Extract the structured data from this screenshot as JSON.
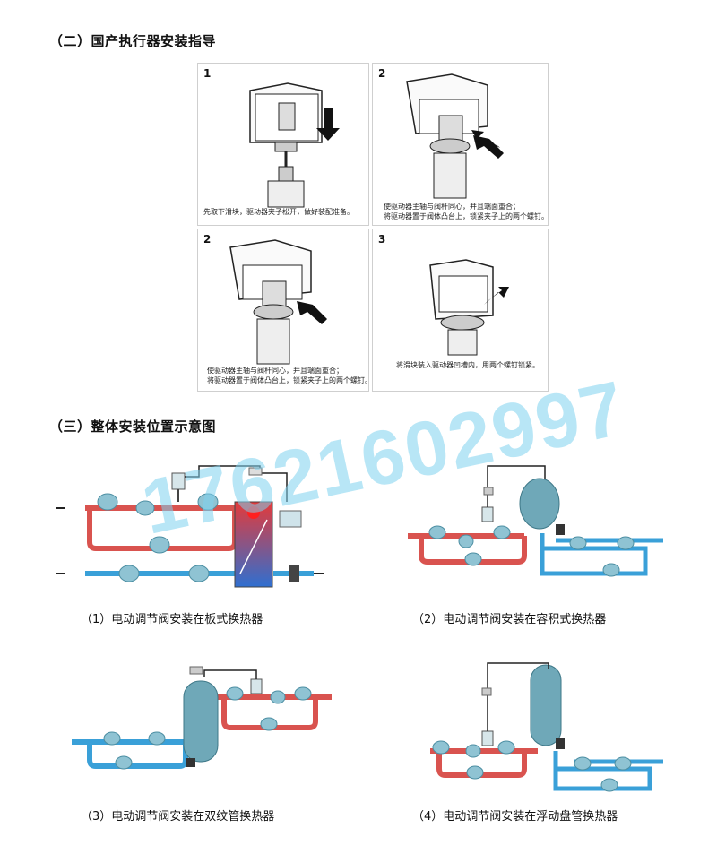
{
  "section2": {
    "title": "（二）国产执行器安装指导",
    "steps": [
      {
        "num": "1",
        "lines": [
          "先取下滑块，驱动器夹子松开，做好装配准备。"
        ]
      },
      {
        "num": "2",
        "lines": [
          "使驱动器主轴与阀杆同心，并且端面重合；",
          "将驱动器置于阀体凸台上，锁紧夹子上的两个螺钉。"
        ]
      },
      {
        "num": "2",
        "lines": [
          "使驱动器主轴与阀杆同心，并且端面重合；",
          "将驱动器置于阀体凸台上，锁紧夹子上的两个螺钉。"
        ]
      },
      {
        "num": "3",
        "lines": [
          "将滑块装入驱动器凹槽内，用两个螺钉锁紧。"
        ]
      }
    ]
  },
  "section3": {
    "title": "（三）整体安装位置示意图",
    "captions": [
      "（1）电动调节阀安装在板式换热器",
      "（2）电动调节阀安装在容积式换热器",
      "（3）电动调节阀安装在双纹管换热器",
      "（4）电动调节阀安装在浮动盘管换热器"
    ]
  },
  "watermark": "17621602997",
  "colors": {
    "hot_pipe": "#d9534f",
    "cold_pipe": "#3aa0d8",
    "valve": "#8fc3d3",
    "tank": "#6fa8b8",
    "watermark": "#7fd2ef"
  }
}
